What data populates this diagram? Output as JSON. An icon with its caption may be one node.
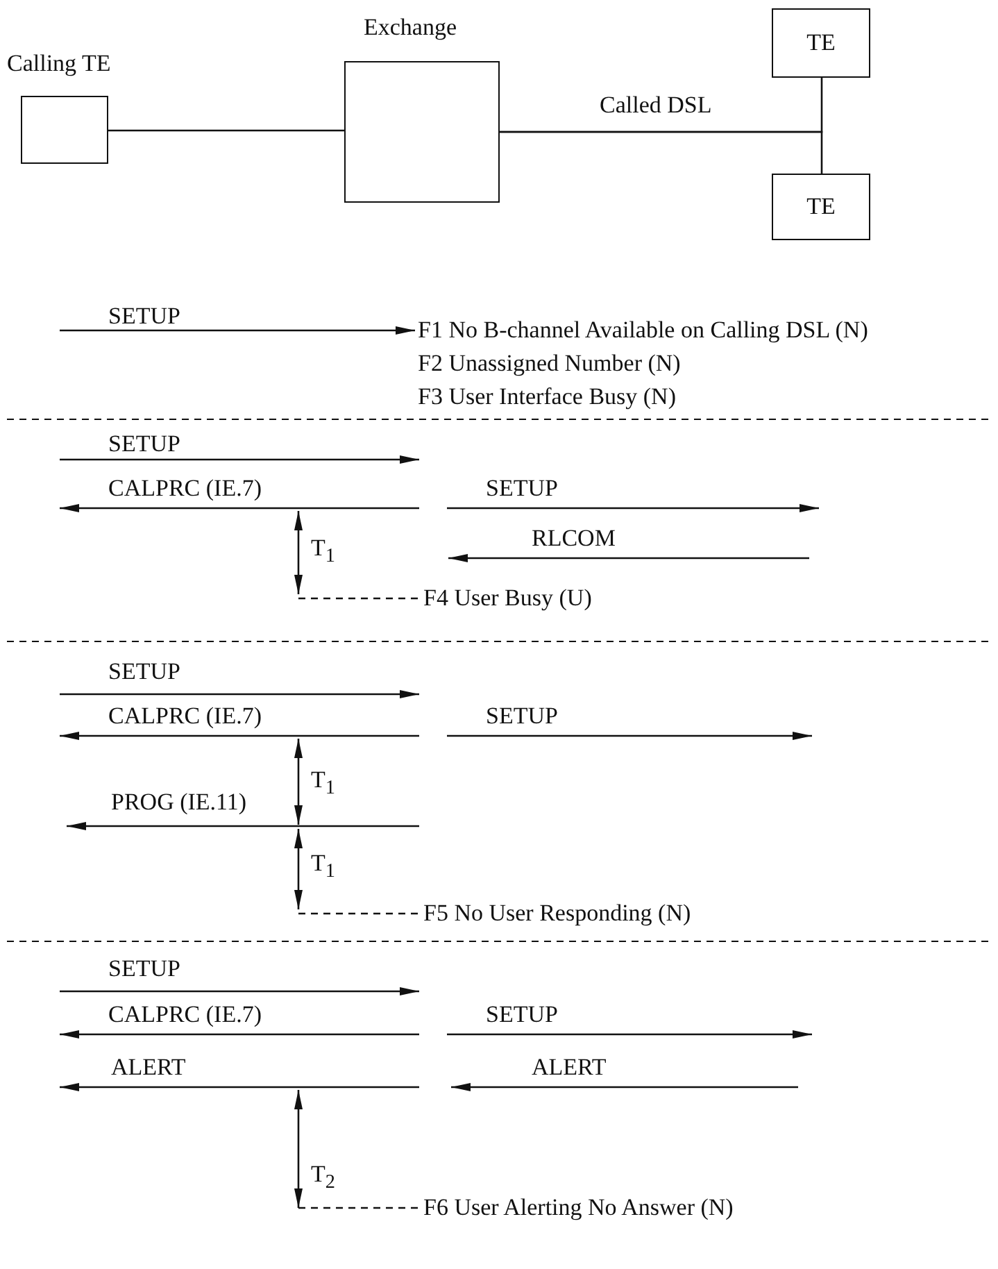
{
  "diagram": {
    "nodes": [
      {
        "text": [
          "Calling TE"
        ]
      },
      {
        "text": [
          "Exchange"
        ]
      },
      {
        "text": [
          "TE"
        ]
      },
      {
        "text": [
          "TE"
        ]
      },
      {
        "text": [
          "F1 No B-channel Available on Calling DSL (N)"
        ]
      },
      {
        "text": [
          "F4 User Busy (U)"
        ]
      },
      {
        "text": [
          "F5 No User Responding (N)"
        ]
      },
      {
        "text": [
          "F6 User Alerting No Answer (N)"
        ]
      }
    ],
    "edges": [
      {
        "from": 0,
        "to": 1,
        "arrow": "none"
      },
      {
        "from": 1,
        "to": 2,
        "arrow": "none",
        "label": "Called DSL"
      },
      {
        "from": 1,
        "to": 3,
        "arrow": "none"
      },
      {
        "from": null,
        "to": 4,
        "arrow": "to",
        "label": "SETUP"
      },
      {
        "from": null,
        "to": 5,
        "arrow": "none",
        "style": "dashed"
      },
      {
        "from": null,
        "to": 6,
        "arrow": "none",
        "style": "dashed"
      },
      {
        "from": null,
        "to": 7,
        "arrow": "none",
        "style": "dashed"
      }
    ],
    "labels": [
      "F2 Unassigned Number (N)",
      "F3 User Interface Busy (N)",
      "SETUP",
      "CALPRC (IE.7)",
      "SETUP",
      "T$_{1}$",
      "RLCOM",
      "SETUP",
      "CALPRC (IE.7)",
      "SETUP",
      "T$_{1}$",
      "PROG (IE.11)",
      "T$_{1}$",
      "SETUP",
      "CALPRC (IE.7)",
      "SETUP",
      "ALERT",
      "ALERT",
      "T$_{2}$"
    ]
  }
}
